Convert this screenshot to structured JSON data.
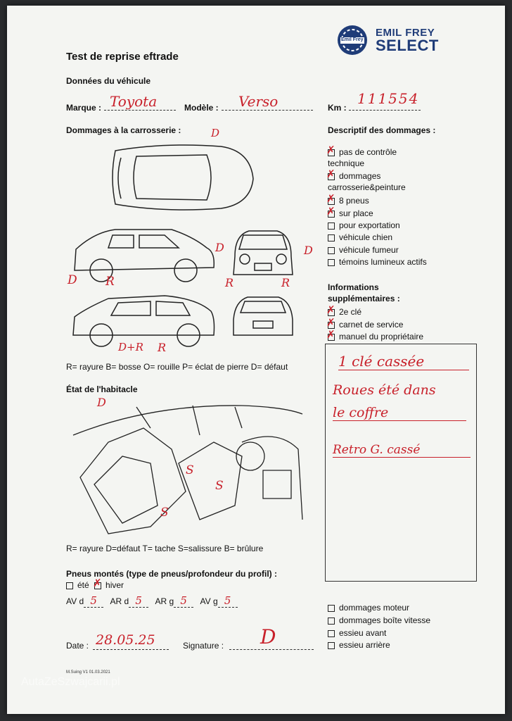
{
  "header": {
    "title": "Test de reprise eftrade",
    "logo_line1": "EMIL FREY",
    "logo_line2": "SELECT",
    "logo_badge": "Emil Frey"
  },
  "vehicle": {
    "section": "Données du véhicule",
    "brand_label": "Marque :",
    "brand_value": "Toyota",
    "model_label": "Modèle :",
    "model_value": "Verso",
    "km_label": "Km :",
    "km_value": "111554"
  },
  "body_damage": {
    "section": "Dommages à la carrosserie :",
    "legend": "R= rayure B= bosse O= rouille P= éclat de pierre D= défaut",
    "marks": [
      "D",
      "D",
      "D",
      "R",
      "D",
      "R",
      "R",
      "D+R",
      "R"
    ]
  },
  "damage_list": {
    "section": "Descriptif des dommages :",
    "items": [
      {
        "label": "pas de contrôle technique",
        "checked": true
      },
      {
        "label": "dommages carrosserie&peinture",
        "checked": true
      },
      {
        "label": "8 pneus",
        "checked": true
      },
      {
        "label": "sur place",
        "checked": true
      },
      {
        "label": "pour exportation",
        "checked": false
      },
      {
        "label": "véhicule chien",
        "checked": false
      },
      {
        "label": "véhicule fumeur",
        "checked": false
      },
      {
        "label": "témoins lumineux actifs",
        "checked": false
      }
    ]
  },
  "extra_info": {
    "section": "Informations supplémentaires :",
    "items": [
      {
        "label": "2e clé",
        "checked": true
      },
      {
        "label": "carnet de service",
        "checked": true
      },
      {
        "label": "manuel du propriétaire",
        "checked": true
      }
    ],
    "notes": [
      "1 clé cassée",
      "Roues été dans",
      "le coffre",
      "Retro G. cassé"
    ]
  },
  "interior": {
    "section": "État de l'habitacle",
    "legend": "R= rayure D=défaut T= tache S=salissure B= brûlure",
    "marks": [
      "D",
      "S",
      "S",
      "S"
    ]
  },
  "tires": {
    "section": "Pneus montés (type de pneus/profondeur du profil) :",
    "summer": "été",
    "winter": "hiver",
    "av_d_label": "AV d",
    "av_d": "5",
    "ar_d_label": "AR d",
    "ar_d": "5",
    "ar_g_label": "AR g",
    "ar_g": "5",
    "av_g_label": "AV g",
    "av_g": "5"
  },
  "mech": {
    "items": [
      "dommages moteur",
      "dommages boîte vitesse",
      "essieu avant",
      "essieu arrière"
    ]
  },
  "footer": {
    "date_label": "Date :",
    "date_value": "28.05.25",
    "signature_label": "Signature :",
    "signature_value": "D",
    "version": "M.Suing V1 01.03.2021",
    "watermark": "AutaZeSzwajcarii.pl"
  },
  "colors": {
    "ink": "#c8202a",
    "brand": "#1f3c78",
    "paper": "#f4f5f2"
  }
}
